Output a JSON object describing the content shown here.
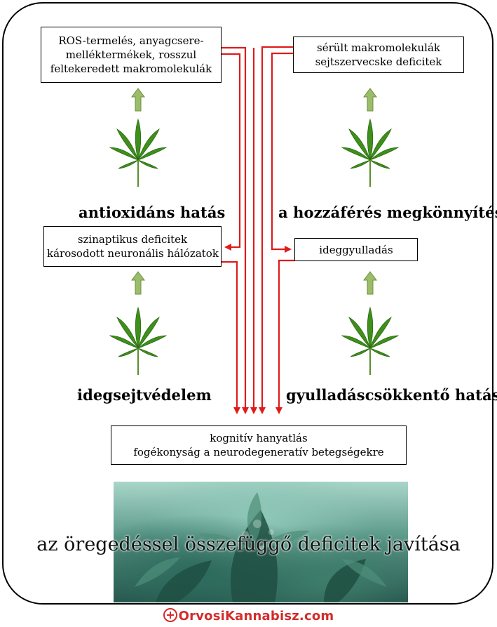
{
  "boxes": {
    "ros": [
      "ROS-termelés, anyagcsere-",
      "melléktermékek, rosszul",
      "feltekeredett makromolekulák"
    ],
    "damaged": [
      "sérült makromolekulák",
      "sejtszervecske deficitek"
    ],
    "synaptic": [
      "szinaptikus deficitek",
      "károsodott neuronális hálózatok"
    ],
    "inflammation": [
      "ideggyulladás"
    ],
    "cognitive": [
      "kognitív hanyatlás",
      "fogékonyság a neurodegeneratív betegségekre"
    ]
  },
  "labels": {
    "antioxidant": "antioxidáns hatás",
    "access": "a hozzáférés megkönnyítése",
    "neuroprotection": "idegsejtvédelem",
    "anti_inflammatory": "gyulladáscsökkentő hatás"
  },
  "photo_title": "az öregedéssel összefüggő deficitek javítása",
  "watermark": "OrvosiKannabisz.com",
  "colors": {
    "arrow_red": "#e01b1b",
    "up_arrow_green": "#9bbd6a",
    "leaf_green": "#3f8f1c"
  }
}
